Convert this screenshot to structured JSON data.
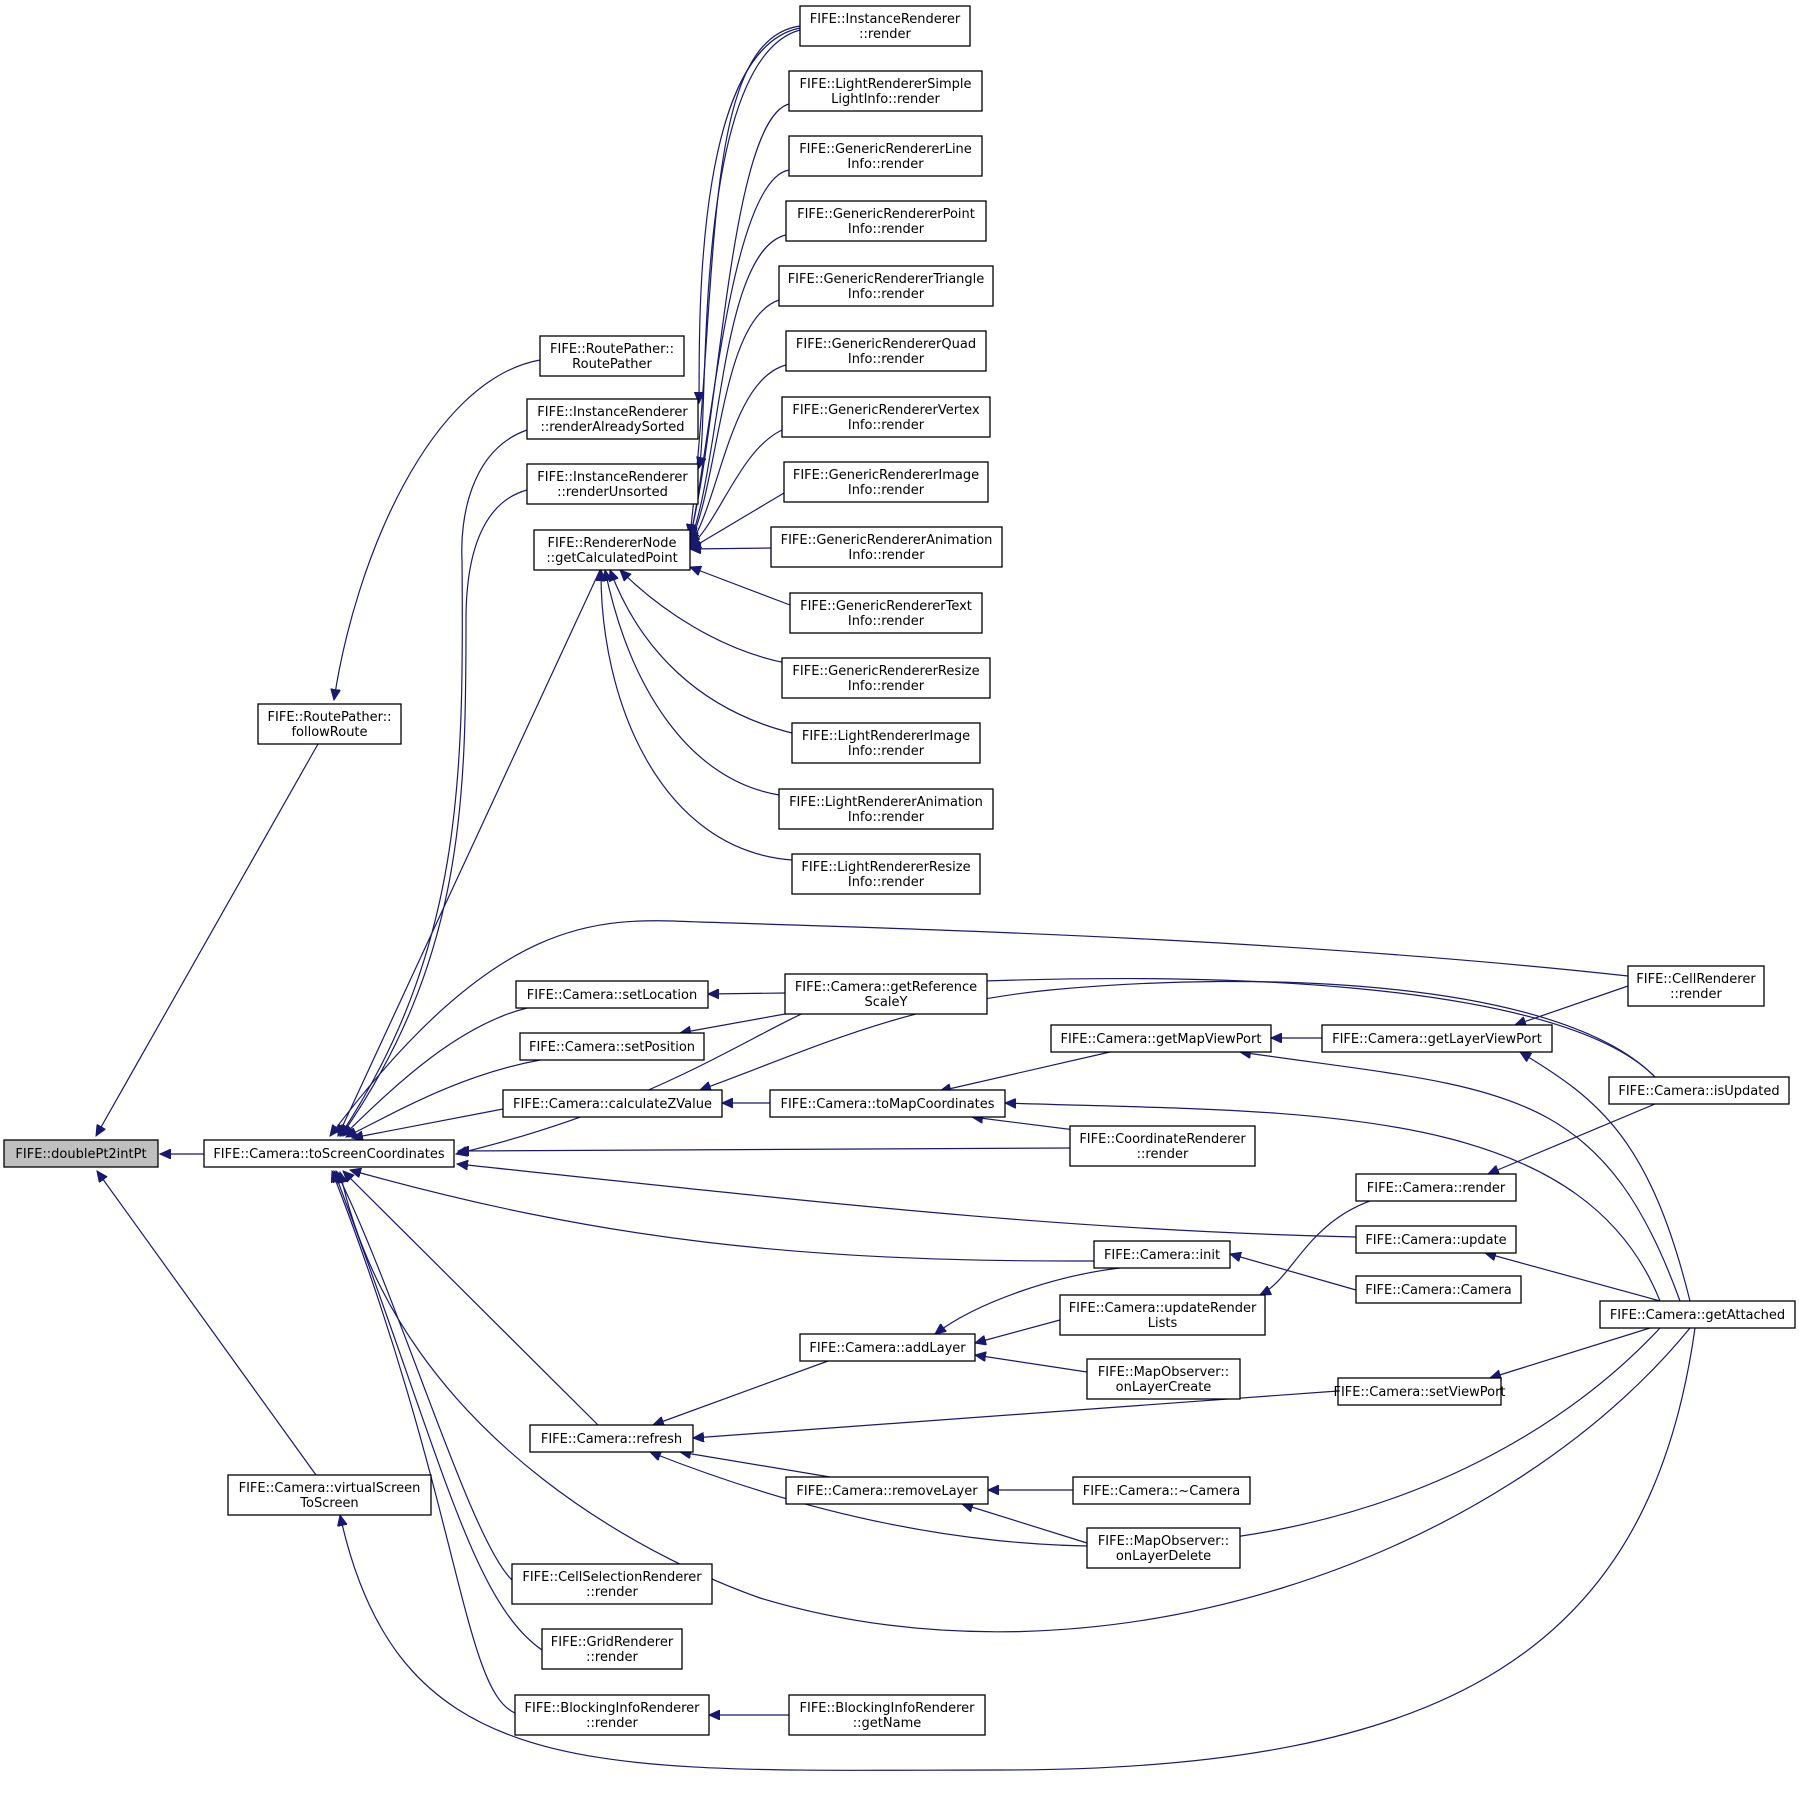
{
  "diagram": {
    "title": "",
    "nodes": [
      {
        "id": "n00",
        "lines": [
          "FIFE::doublePt2intPt"
        ],
        "root": true
      },
      {
        "id": "n01",
        "lines": [
          "FIFE::Camera::toScreenCoordinates"
        ]
      },
      {
        "id": "n02",
        "lines": [
          "FIFE::RoutePather::",
          "followRoute"
        ]
      },
      {
        "id": "n03",
        "lines": [
          "FIFE::Camera::virtualScreen",
          "ToScreen"
        ]
      },
      {
        "id": "n04",
        "lines": [
          "FIFE::RoutePather::",
          "RoutePather"
        ]
      },
      {
        "id": "n05",
        "lines": [
          "FIFE::InstanceRenderer",
          "::renderAlreadySorted"
        ]
      },
      {
        "id": "n06",
        "lines": [
          "FIFE::InstanceRenderer",
          "::renderUnsorted"
        ]
      },
      {
        "id": "n07",
        "lines": [
          "FIFE::RendererNode",
          "::getCalculatedPoint"
        ]
      },
      {
        "id": "n08",
        "lines": [
          "FIFE::InstanceRenderer",
          "::render"
        ]
      },
      {
        "id": "n09",
        "lines": [
          "FIFE::LightRendererSimple",
          "LightInfo::render"
        ]
      },
      {
        "id": "n10",
        "lines": [
          "FIFE::GenericRendererLine",
          "Info::render"
        ]
      },
      {
        "id": "n11",
        "lines": [
          "FIFE::GenericRendererPoint",
          "Info::render"
        ]
      },
      {
        "id": "n12",
        "lines": [
          "FIFE::GenericRendererTriangle",
          "Info::render"
        ]
      },
      {
        "id": "n13",
        "lines": [
          "FIFE::GenericRendererQuad",
          "Info::render"
        ]
      },
      {
        "id": "n14",
        "lines": [
          "FIFE::GenericRendererVertex",
          "Info::render"
        ]
      },
      {
        "id": "n15",
        "lines": [
          "FIFE::GenericRendererImage",
          "Info::render"
        ]
      },
      {
        "id": "n16",
        "lines": [
          "FIFE::GenericRendererAnimation",
          "Info::render"
        ]
      },
      {
        "id": "n17",
        "lines": [
          "FIFE::GenericRendererText",
          "Info::render"
        ]
      },
      {
        "id": "n18",
        "lines": [
          "FIFE::GenericRendererResize",
          "Info::render"
        ]
      },
      {
        "id": "n19",
        "lines": [
          "FIFE::LightRendererImage",
          "Info::render"
        ]
      },
      {
        "id": "n20",
        "lines": [
          "FIFE::LightRendererAnimation",
          "Info::render"
        ]
      },
      {
        "id": "n21",
        "lines": [
          "FIFE::LightRendererResize",
          "Info::render"
        ]
      },
      {
        "id": "n22",
        "lines": [
          "FIFE::Camera::setLocation"
        ]
      },
      {
        "id": "n23",
        "lines": [
          "FIFE::Camera::setPosition"
        ]
      },
      {
        "id": "n24",
        "lines": [
          "FIFE::Camera::getReference",
          "ScaleY"
        ]
      },
      {
        "id": "n25",
        "lines": [
          "FIFE::Camera::calculateZValue"
        ]
      },
      {
        "id": "n26",
        "lines": [
          "FIFE::Camera::toMapCoordinates"
        ]
      },
      {
        "id": "n27",
        "lines": [
          "FIFE::Camera::getMapViewPort"
        ]
      },
      {
        "id": "n28",
        "lines": [
          "FIFE::Camera::getLayerViewPort"
        ]
      },
      {
        "id": "n29",
        "lines": [
          "FIFE::CellRenderer",
          "::render"
        ]
      },
      {
        "id": "n30",
        "lines": [
          "FIFE::Camera::isUpdated"
        ]
      },
      {
        "id": "n31",
        "lines": [
          "FIFE::CoordinateRenderer",
          "::render"
        ]
      },
      {
        "id": "n32",
        "lines": [
          "FIFE::Camera::render"
        ]
      },
      {
        "id": "n33",
        "lines": [
          "FIFE::Camera::update"
        ]
      },
      {
        "id": "n34",
        "lines": [
          "FIFE::Camera::init"
        ]
      },
      {
        "id": "n35",
        "lines": [
          "FIFE::Camera::Camera"
        ]
      },
      {
        "id": "n36",
        "lines": [
          "FIFE::Camera::updateRender",
          "Lists"
        ]
      },
      {
        "id": "n37",
        "lines": [
          "FIFE::Camera::getAttached"
        ]
      },
      {
        "id": "n38",
        "lines": [
          "FIFE::Camera::addLayer"
        ]
      },
      {
        "id": "n39",
        "lines": [
          "FIFE::MapObserver::",
          "onLayerCreate"
        ]
      },
      {
        "id": "n40",
        "lines": [
          "FIFE::Camera::setViewPort"
        ]
      },
      {
        "id": "n41",
        "lines": [
          "FIFE::Camera::refresh"
        ]
      },
      {
        "id": "n42",
        "lines": [
          "FIFE::Camera::removeLayer"
        ]
      },
      {
        "id": "n43",
        "lines": [
          "FIFE::Camera::~Camera"
        ]
      },
      {
        "id": "n44",
        "lines": [
          "FIFE::MapObserver::",
          "onLayerDelete"
        ]
      },
      {
        "id": "n45",
        "lines": [
          "FIFE::CellSelectionRenderer",
          "::render"
        ]
      },
      {
        "id": "n46",
        "lines": [
          "FIFE::GridRenderer",
          "::render"
        ]
      },
      {
        "id": "n47",
        "lines": [
          "FIFE::BlockingInfoRenderer",
          "::render"
        ]
      },
      {
        "id": "n48",
        "lines": [
          "FIFE::BlockingInfoRenderer",
          "::getName"
        ]
      }
    ],
    "edges": [
      [
        "n01",
        "n00"
      ],
      [
        "n02",
        "n00"
      ],
      [
        "n03",
        "n00"
      ],
      [
        "n04",
        "n02"
      ],
      [
        "n05",
        "n01"
      ],
      [
        "n06",
        "n01"
      ],
      [
        "n07",
        "n01"
      ],
      [
        "n22",
        "n01"
      ],
      [
        "n23",
        "n01"
      ],
      [
        "n25",
        "n01"
      ],
      [
        "n29",
        "n01"
      ],
      [
        "n30",
        "n01"
      ],
      [
        "n31",
        "n01"
      ],
      [
        "n33",
        "n01"
      ],
      [
        "n34",
        "n01"
      ],
      [
        "n41",
        "n01"
      ],
      [
        "n37",
        "n01"
      ],
      [
        "n45",
        "n01"
      ],
      [
        "n46",
        "n01"
      ],
      [
        "n47",
        "n01"
      ],
      [
        "n08",
        "n05"
      ],
      [
        "n08",
        "n06"
      ],
      [
        "n08",
        "n07"
      ],
      [
        "n09",
        "n07"
      ],
      [
        "n10",
        "n07"
      ],
      [
        "n11",
        "n07"
      ],
      [
        "n12",
        "n07"
      ],
      [
        "n13",
        "n07"
      ],
      [
        "n14",
        "n07"
      ],
      [
        "n15",
        "n07"
      ],
      [
        "n16",
        "n07"
      ],
      [
        "n17",
        "n07"
      ],
      [
        "n18",
        "n07"
      ],
      [
        "n19",
        "n07"
      ],
      [
        "n20",
        "n07"
      ],
      [
        "n21",
        "n07"
      ],
      [
        "n24",
        "n22"
      ],
      [
        "n24",
        "n23"
      ],
      [
        "n26",
        "n25"
      ],
      [
        "n30",
        "n25"
      ],
      [
        "n27",
        "n26"
      ],
      [
        "n31",
        "n26"
      ],
      [
        "n37",
        "n26"
      ],
      [
        "n28",
        "n27"
      ],
      [
        "n37",
        "n27"
      ],
      [
        "n29",
        "n28"
      ],
      [
        "n37",
        "n28"
      ],
      [
        "n30",
        "n32"
      ],
      [
        "n37",
        "n33"
      ],
      [
        "n35",
        "n34"
      ],
      [
        "n32",
        "n36"
      ],
      [
        "n34",
        "n38"
      ],
      [
        "n36",
        "n38"
      ],
      [
        "n39",
        "n38"
      ],
      [
        "n37",
        "n40"
      ],
      [
        "n38",
        "n41"
      ],
      [
        "n40",
        "n41"
      ],
      [
        "n42",
        "n41"
      ],
      [
        "n37",
        "n41"
      ],
      [
        "n43",
        "n42"
      ],
      [
        "n44",
        "n42"
      ],
      [
        "n48",
        "n47"
      ],
      [
        "n37",
        "n03"
      ]
    ]
  }
}
